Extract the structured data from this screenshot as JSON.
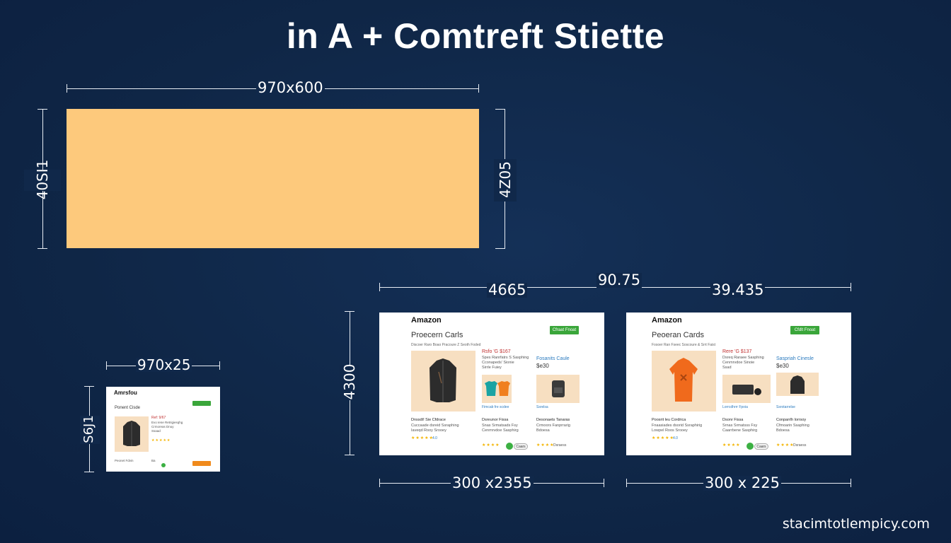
{
  "title": "in A + Comtreft Stiette",
  "banner": {
    "width_label": "970x600",
    "left_height_label": "40SI1",
    "right_height_label": "4Z05",
    "color": "#fdc97c"
  },
  "small_card": {
    "width_label": "970x25",
    "height_label": "S6J1",
    "brand": "Amrsfou",
    "heading": "Ponent Cisde",
    "price": "Ref: 9/67",
    "lines": [
      "Evo Iene Retrigiesqhg",
      "Crmoreas Dnuy",
      "Ssaad"
    ],
    "footer_left": "Peonet Fdvin",
    "footer_mid": "Ba"
  },
  "group": {
    "top_left_label": "4665",
    "top_center_label": "90.75",
    "top_right_label": "39.435",
    "height_label": "4300"
  },
  "cards": [
    {
      "brand": "Amazon",
      "heading": "Proecern Carls",
      "sub": "Discoer Raro Boao Pracoure Z Seoth Foded",
      "cta": "Cfraat Fnoat",
      "price": "Rsfo 'G $167",
      "lines": [
        "Spes Ranrfatrs S Sasphing",
        "Cconapeds' Sionie",
        "Sirrle Fuiey"
      ],
      "link_title": "Fosanits Caule",
      "link_price": "$e30",
      "thumb_captions": [
        "Fimcab fre scdee",
        "Ssrelsa"
      ],
      "bottom_blocks": [
        {
          "title": "Dnssdt! Sie Cfdrace",
          "lines": [
            "Cuccaade dsreid Ssraphing",
            "Iaveqd Rooy Srooey"
          ],
          "stars": "★★★★★",
          "rating": "4.0"
        },
        {
          "title": "Dsreunor Fissa",
          "lines": [
            "Snas Srmatsads Fsy",
            "Cenmrvdoe Sasphirg"
          ],
          "stars": "★★★★",
          "pill": "Caars"
        },
        {
          "title": "Desonaets Tanaras",
          "lines": [
            "Crmoors Fanprrarig",
            "Bdoesa"
          ],
          "stars": "★★★★",
          "rating": "Dsraess"
        }
      ]
    },
    {
      "brand": "Amazon",
      "heading": "Peoeran Cards",
      "sub": "Fosoer Ran Fseec Soscoure & Srrt Faist",
      "cta": "Cfdlt Fnoat",
      "price": "Rere 'G $137",
      "lines": [
        "Dsreq Raraee Sasphing",
        "Cenmrvdoe Sinoie",
        "Ssad"
      ],
      "link_title": "Saspriah Cinesle",
      "link_price": "$e30",
      "thumb_captions": [
        "Lorrcdhrrr Fpoia",
        "Ssrotarrelse"
      ],
      "bottom_blocks": [
        {
          "title": "Poosrit leu Cordrica",
          "lines": [
            "Fnaasiades dsorid Ssraphirig",
            "Lowpel Roos Srooey"
          ],
          "stars": "★★★★★",
          "rating": "4.0"
        },
        {
          "title": "Dsonr Fissa",
          "lines": [
            "Srnas Srmatsss Fsy",
            "Caarrbene Sasphirg"
          ],
          "stars": "★★★★",
          "pill": "Caars"
        },
        {
          "title": "Conparrlh lorrsoy",
          "lines": [
            "Cfmoarin Ssaphing",
            "Bdoesa"
          ],
          "stars": "★★★★",
          "rating": "Dsraess"
        }
      ]
    }
  ],
  "bottom_labels": [
    "300 x2355",
    "300 x 225"
  ],
  "footer": "stacimtotlempicy.com",
  "colors": {
    "background": "#10284a",
    "banner": "#fdc97c",
    "cta": "#3aa63a",
    "accent": "#f08a1c",
    "price": "#c03030",
    "link": "#2b7bbf"
  }
}
